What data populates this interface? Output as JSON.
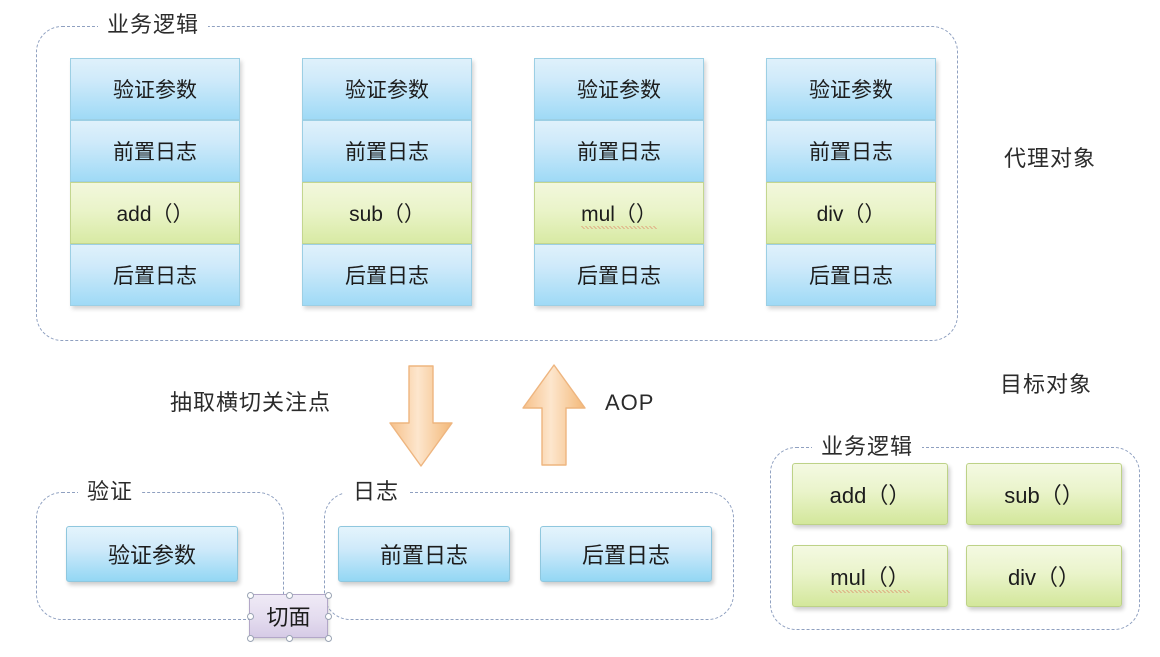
{
  "diagram": {
    "title": "Spring AOP proxy concept diagram",
    "colors": {
      "blue_fill": "#9fdaf6",
      "green_fill": "#d8eaa4",
      "purple_fill": "#d6cbe6",
      "arrow_orange": "#f7c392",
      "dash_border": "#8fa0c0"
    }
  },
  "proxy_section": {
    "group_label": "业务逻辑",
    "side_label": "代理对象",
    "row_labels": {
      "validate": "验证参数",
      "before_log": "前置日志",
      "after_log": "后置日志"
    },
    "columns": [
      {
        "validate": "验证参数",
        "before_log": "前置日志",
        "method": "add（）",
        "after_log": "后置日志",
        "misspelled": false
      },
      {
        "validate": "验证参数",
        "before_log": "前置日志",
        "method": "sub（）",
        "after_log": "后置日志",
        "misspelled": false
      },
      {
        "validate": "验证参数",
        "before_log": "前置日志",
        "method": "mul（）",
        "after_log": "后置日志",
        "misspelled": true
      },
      {
        "validate": "验证参数",
        "before_log": "前置日志",
        "method": "div（）",
        "after_log": "后置日志",
        "misspelled": false
      }
    ]
  },
  "middle": {
    "extract_label": "抽取横切关注点",
    "log_label": "日志",
    "aop_label": "AOP",
    "down_arrow": "down-arrow-icon",
    "up_arrow": "up-arrow-icon"
  },
  "aspect_section": {
    "validation_group_label": "验证",
    "validation_items": [
      "验证参数"
    ],
    "log_group_label": "日志",
    "log_items": [
      "前置日志",
      "后置日志"
    ],
    "aspect_badge": "切面"
  },
  "target_section": {
    "side_label": "目标对象",
    "group_label": "业务逻辑",
    "methods": [
      {
        "label": "add（）",
        "misspelled": false
      },
      {
        "label": "sub（）",
        "misspelled": false
      },
      {
        "label": "mul（）",
        "misspelled": true
      },
      {
        "label": "div（）",
        "misspelled": false
      }
    ]
  }
}
